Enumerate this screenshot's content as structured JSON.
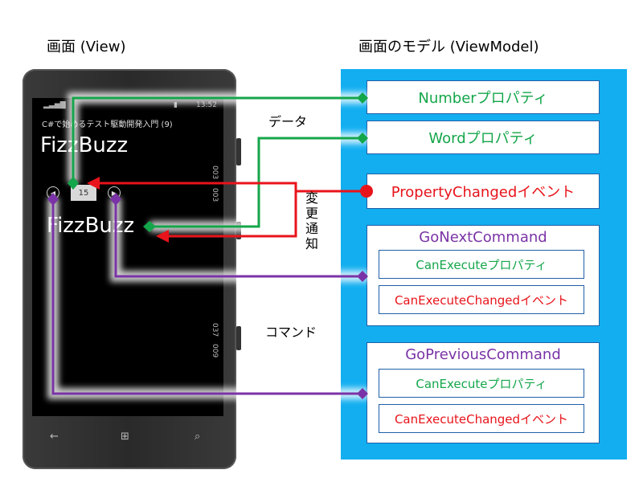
{
  "headings": {
    "view": "画面 (View)",
    "viewmodel": "画面のモデル (ViewModel)"
  },
  "viewmodel": {
    "number_property": "Numberプロパティ",
    "word_property": "Wordプロパティ",
    "property_changed": "PropertyChangedイベント",
    "go_next": {
      "title": "GoNextCommand",
      "can_execute": "CanExecuteプロパティ",
      "can_execute_changed": "CanExecuteChangedイベント"
    },
    "go_previous": {
      "title": "GoPreviousCommand",
      "can_execute": "CanExecuteプロパティ",
      "can_execute_changed": "CanExecuteChangedイベント"
    }
  },
  "labels": {
    "data": "データ",
    "notify": "変更通知",
    "command": "コマンド"
  },
  "phone": {
    "time": "13:52",
    "subtitle": "C#で始めるテスト駆動開発入門 (9)",
    "title": "FizzBuzz",
    "number_value": "15",
    "word_value": "FizzBuzz",
    "side_numbers": [
      "003",
      "003",
      "037",
      "009"
    ]
  },
  "colors": {
    "data": "#14a64a",
    "notify": "#e8141b",
    "command": "#7a33a6",
    "panel": "#12aef0"
  }
}
